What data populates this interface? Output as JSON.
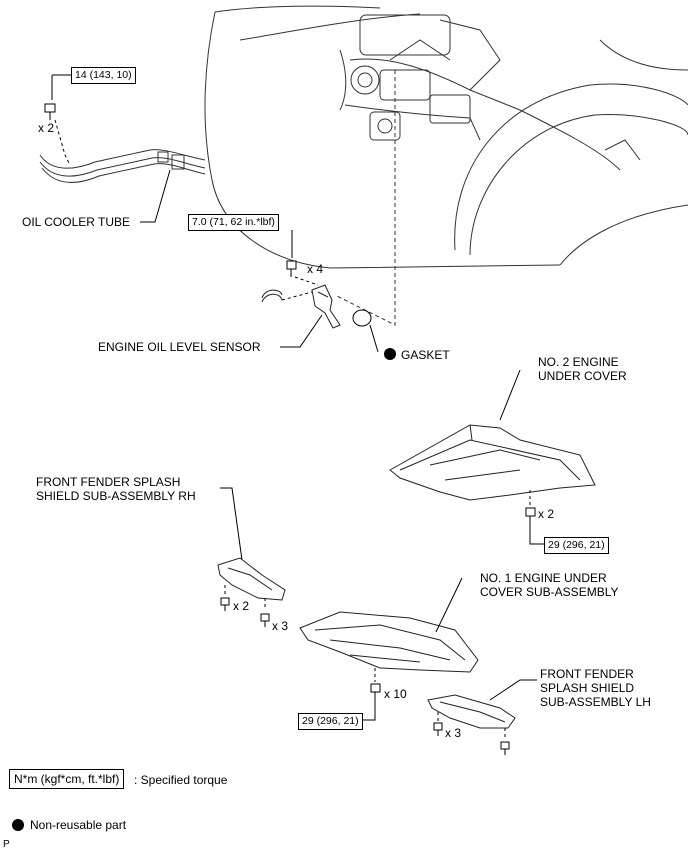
{
  "torque": {
    "oil_cooler": "14 (143, 10)",
    "sensor": "7.0 (71, 62 in.*lbf)",
    "no2_cover": "29 (296, 21)",
    "no1_cover": "29 (296, 21)"
  },
  "quantities": {
    "oil_cooler_bolts": "x 2",
    "sensor_bolts": "x 4",
    "no2_cover_bolts": "x 2",
    "rh_bolts_a": "x 2",
    "rh_bolts_b": "x 3",
    "no1_bolts": "x 10",
    "lh_bolts": "x 3"
  },
  "labels": {
    "oil_cooler_tube": "OIL COOLER TUBE",
    "engine_oil_level_sensor": "ENGINE OIL LEVEL SENSOR",
    "gasket": "GASKET",
    "no2_engine_under_cover": "NO. 2 ENGINE\nUNDER COVER",
    "front_fender_rh": "FRONT FENDER SPLASH\nSHIELD SUB-ASSEMBLY RH",
    "no1_engine_under_cover": "NO. 1 ENGINE UNDER\nCOVER SUB-ASSEMBLY",
    "front_fender_lh": "FRONT FENDER\nSPLASH SHIELD\nSUB-ASSEMBLY LH"
  },
  "legend": {
    "torque_unit": "N*m (kgf*cm, ft.*lbf)",
    "torque_text": ": Specified torque",
    "nonreusable_text": "Non-reusable part"
  },
  "corner_mark": "P"
}
